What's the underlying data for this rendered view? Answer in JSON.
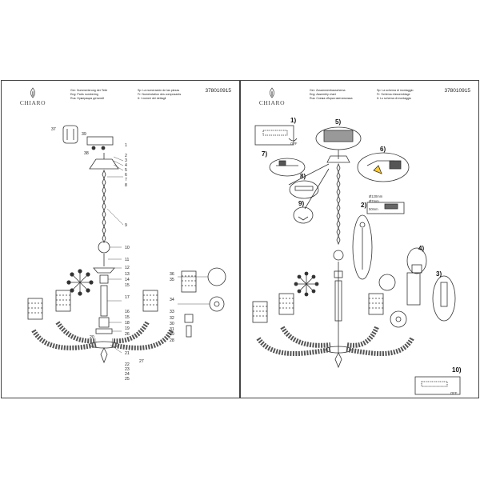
{
  "left_sheet": {
    "brand": "CHIARO",
    "code": "378010915",
    "legend": [
      [
        "Ger: Nummerierung der Teile",
        "Sp: La numeración de las piezas"
      ],
      [
        "Eng: Parts numbering",
        "Fr: Numérotation des composants"
      ],
      [
        "Rus: Нумерация деталей",
        "It: I numeri dei dettagli"
      ]
    ],
    "part_numbers": [
      "1",
      "2",
      "3",
      "4",
      "5",
      "6",
      "7",
      "8",
      "9",
      "10",
      "11",
      "12",
      "13",
      "14",
      "15",
      "16",
      "17",
      "18",
      "19",
      "20",
      "21",
      "22",
      "23",
      "24",
      "25",
      "26",
      "27",
      "28",
      "29",
      "30",
      "31",
      "32",
      "33",
      "34",
      "35",
      "36",
      "37",
      "38",
      "39"
    ]
  },
  "right_sheet": {
    "brand": "CHIARO",
    "code": "378010915",
    "legend": [
      [
        "Ger: Zusammenbauschema",
        "Sp: La schema di montaggio"
      ],
      [
        "Eng: Assembly chart",
        "Fr: Schéma d'assemblage"
      ],
      [
        "Rus: Схема сборки светильника",
        "It: Lo schema di montaggio"
      ]
    ],
    "steps": [
      "1)",
      "2)",
      "3)",
      "4)",
      "5)",
      "6)",
      "7)",
      "8)",
      "9)",
      "10)"
    ],
    "dimensions": [
      "Ø120mm",
      "Ø7mm",
      "50mm"
    ],
    "off_label": "OFF"
  }
}
